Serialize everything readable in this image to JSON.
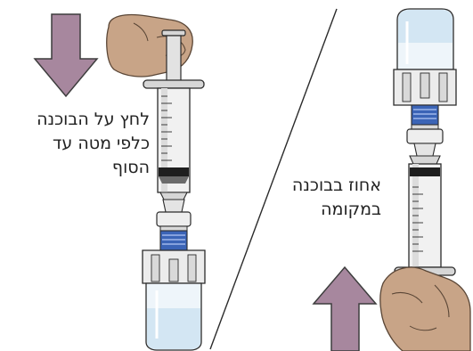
{
  "captions": {
    "left_line1": "לחץ על הבוכנה",
    "left_line2": "כלפי מטה עד",
    "left_line3": "הסוף",
    "right_line1": "אחוז בבוכנה",
    "right_line2": "במקומה"
  },
  "colors": {
    "arrow": "#a7879e",
    "arrow_outline": "#3d3d3d",
    "skin": "#c8a487",
    "skin_outline": "#5a4636",
    "syringe_gray": "#d6d6d6",
    "outline": "#2b2b2b",
    "blue_connector": "#3b64b6",
    "vial_liquid": "#d3e6f3",
    "vial_glass": "#eef5fa"
  },
  "icons": {
    "left_arrow": "down-arrow-icon",
    "right_arrow": "up-arrow-icon"
  }
}
